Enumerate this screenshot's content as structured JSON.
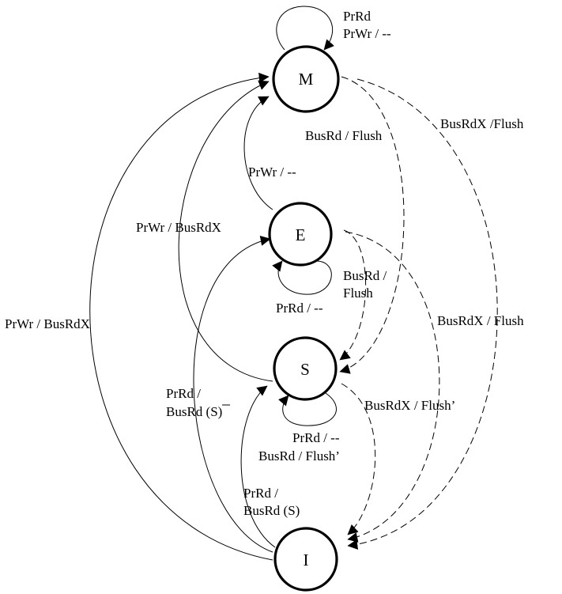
{
  "states": {
    "m": "M",
    "e": "E",
    "s": "S",
    "i": "I"
  },
  "transitions": {
    "m_self": [
      "PrRd",
      "PrWr / --"
    ],
    "m_to_s": "BusRd / Flush",
    "m_to_i": "BusRdX /Flush",
    "e_to_m": "PrWr / --",
    "s_to_m": "PrWr / BusRdX",
    "i_to_m": "PrWr / BusRdX",
    "e_self": "PrRd / --",
    "e_to_s": [
      "BusRd /",
      "Flush"
    ],
    "e_to_i": "BusRdX / Flush",
    "i_to_e": [
      "PrRd /",
      "BusRd (S)"
    ],
    "s_to_i": "BusRdX / Flush’",
    "s_self": [
      "PrRd / --",
      "BusRd / Flush’"
    ],
    "i_to_s": [
      "PrRd /",
      "BusRd (S)"
    ]
  }
}
